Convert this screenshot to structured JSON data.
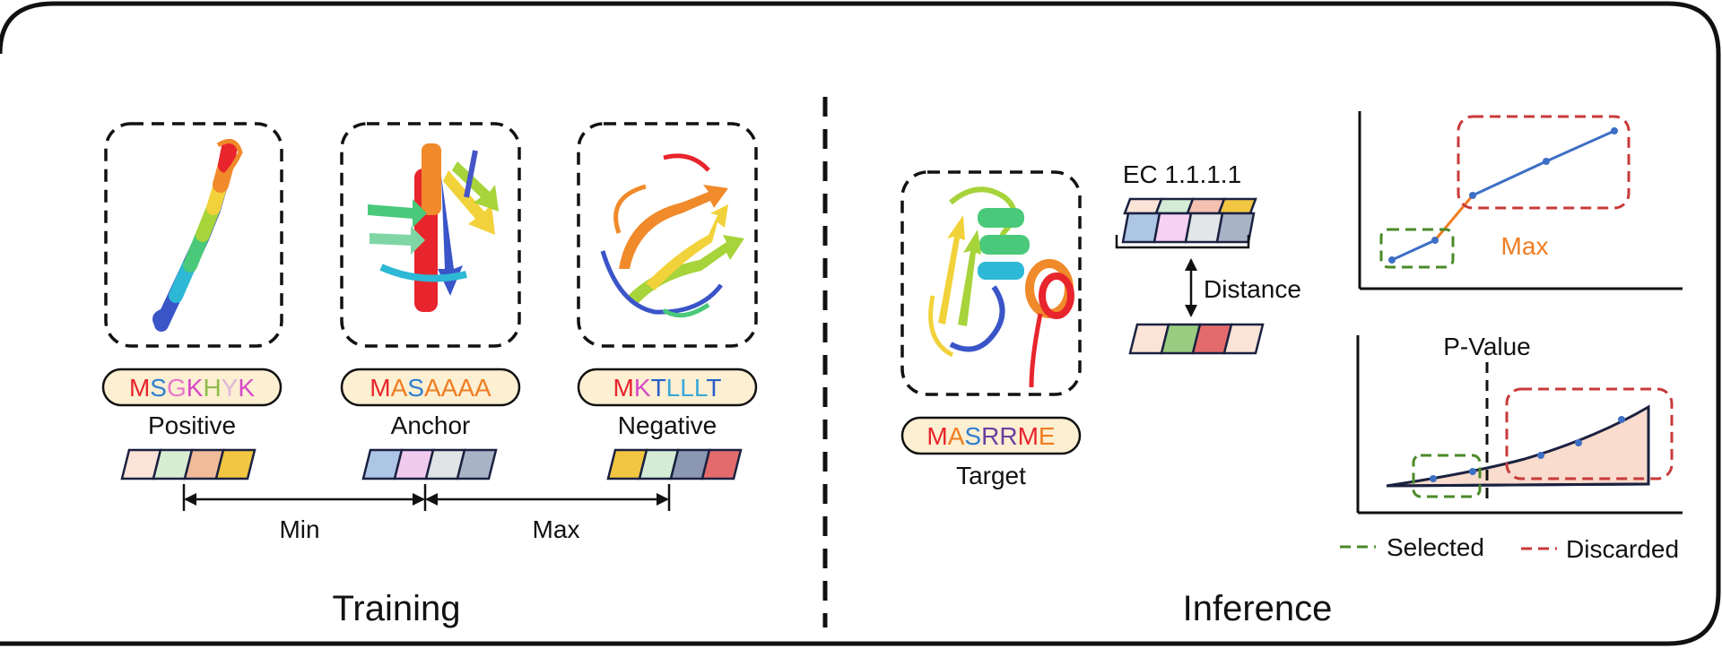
{
  "sections": {
    "training_title": "Training",
    "inference_title": "Inference"
  },
  "training": {
    "proteins": [
      {
        "role": "Positive",
        "sequence": [
          {
            "ch": "M",
            "color": "#e8242c"
          },
          {
            "ch": "S",
            "color": "#2f7fd0"
          },
          {
            "ch": "G",
            "color": "#e879c8"
          },
          {
            "ch": "K",
            "color": "#d648c6"
          },
          {
            "ch": "H",
            "color": "#8ebd4a"
          },
          {
            "ch": "Y",
            "color": "#e0b7d8"
          },
          {
            "ch": "K",
            "color": "#d648c6"
          }
        ],
        "embedding": [
          "#fbe3d8",
          "#d8ecd2",
          "#f0bb98",
          "#f2c640"
        ]
      },
      {
        "role": "Anchor",
        "sequence": [
          {
            "ch": "M",
            "color": "#e8242c"
          },
          {
            "ch": "A",
            "color": "#ef7d22"
          },
          {
            "ch": "S",
            "color": "#2f7fd0"
          },
          {
            "ch": "A",
            "color": "#ef7d22"
          },
          {
            "ch": "A",
            "color": "#ef7d22"
          },
          {
            "ch": "A",
            "color": "#ef7d22"
          },
          {
            "ch": "A",
            "color": "#ef7d22"
          }
        ],
        "embedding": [
          "#aec6e6",
          "#f1cbee",
          "#e0e4e6",
          "#a8b4c6"
        ]
      },
      {
        "role": "Negative",
        "sequence": [
          {
            "ch": "M",
            "color": "#e8242c"
          },
          {
            "ch": "K",
            "color": "#d648c6"
          },
          {
            "ch": "T",
            "color": "#2a5ec8"
          },
          {
            "ch": "L",
            "color": "#3aa6d8"
          },
          {
            "ch": "L",
            "color": "#3aa6d8"
          },
          {
            "ch": "L",
            "color": "#3aa6d8"
          },
          {
            "ch": "T",
            "color": "#2a5ec8"
          }
        ],
        "embedding": [
          "#f2c640",
          "#d4ecd6",
          "#8c98b2",
          "#e36b6b"
        ]
      }
    ],
    "min_label": "Min",
    "max_label": "Max"
  },
  "inference": {
    "target": {
      "role": "Target",
      "sequence": [
        {
          "ch": "M",
          "color": "#e8242c"
        },
        {
          "ch": "A",
          "color": "#ef7d22"
        },
        {
          "ch": "S",
          "color": "#2f7fd0"
        },
        {
          "ch": "R",
          "color": "#6a3fa0"
        },
        {
          "ch": "R",
          "color": "#6a3fa0"
        },
        {
          "ch": "M",
          "color": "#e8242c"
        },
        {
          "ch": "E",
          "color": "#ef7d22"
        }
      ],
      "embedding": [
        "#fbe3d8",
        "#99cc80",
        "#e36b6b",
        "#fbe3d8"
      ]
    },
    "ec_label": "EC 1.1.1.1",
    "ec_embeddings_top": [
      "#fbe3d8",
      "#d4ecd6",
      "#f4c1b0",
      "#f2c640"
    ],
    "ec_embeddings_bottom": [
      "#aec6e6",
      "#f6d1f2",
      "#e3e6e8",
      "#a8b4c6"
    ],
    "distance_label": "Distance",
    "max_method_label": "Max",
    "pvalue_label": "P-Value",
    "legend": {
      "selected": "Selected",
      "discarded": "Discarded",
      "selected_color": "#4a8a28",
      "discarded_color": "#c83a3a"
    }
  },
  "colors": {
    "line_blue": "#3e6fc6",
    "line_orange": "#ef7d22",
    "area_fill": "#f9dccd",
    "dark": "#1b2140"
  }
}
